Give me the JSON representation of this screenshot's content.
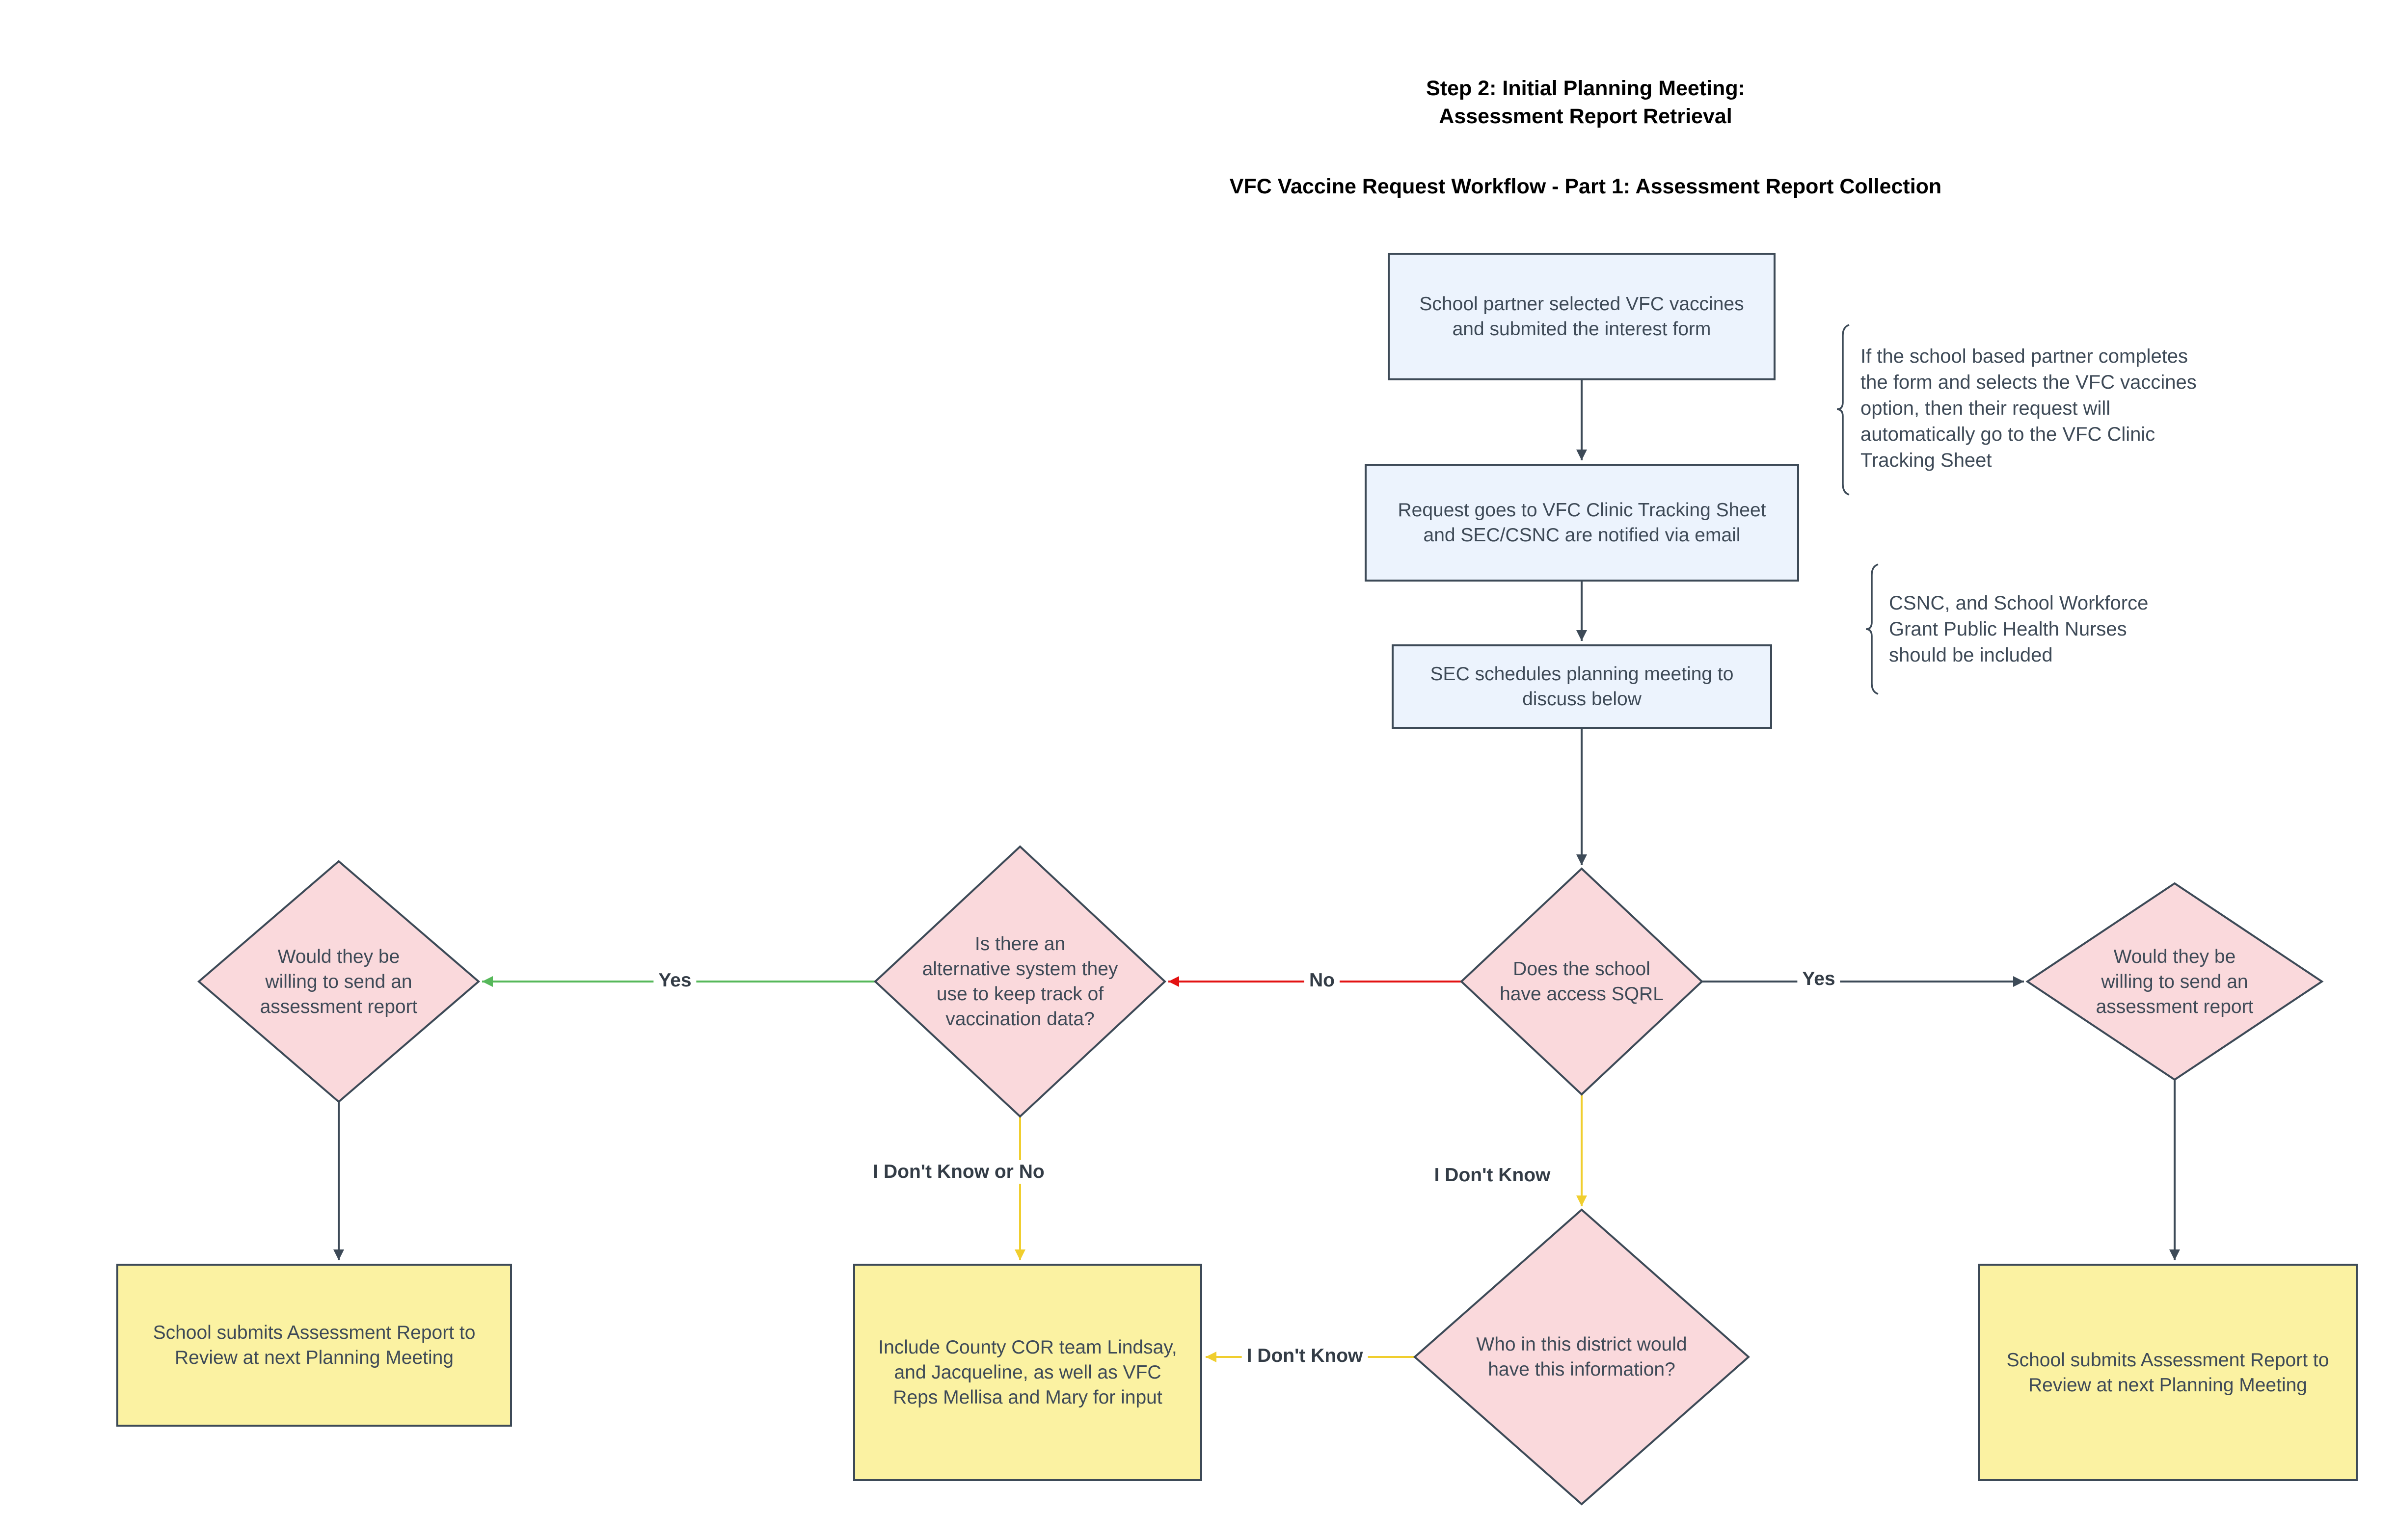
{
  "titles": {
    "step_line1": "Step 2: Initial Planning Meeting:",
    "step_line2": "Assessment Report Retrieval",
    "workflow": "VFC Vaccine Request Workflow - Part 1: Assessment Report Collection"
  },
  "colors": {
    "process_fill": "#ECF3FD",
    "decision_fill": "#FAD9DC",
    "outcome_fill": "#FBF2A2",
    "stroke_dark": "#3D4A57",
    "edge_yes_green": "#56B85A",
    "edge_no_red": "#E31212",
    "edge_idk_yellow": "#F0CE2E",
    "edge_default": "#3D4A57"
  },
  "nodes": {
    "interest_form": {
      "lines": [
        "School partner selected VFC vaccines",
        "and submited the interest form"
      ]
    },
    "tracking_sheet": {
      "lines": [
        "Request goes to VFC Clinic Tracking Sheet",
        "and SEC/CSNC are notified via email"
      ]
    },
    "planning_meeting": {
      "lines": [
        "SEC schedules planning meeting to",
        "discuss below"
      ]
    },
    "access_sqrl": {
      "lines": [
        "Does the school",
        "have access SQRL"
      ]
    },
    "alternative_system": {
      "lines": [
        "Is there an",
        "alternative system they",
        "use to keep track of",
        "vaccination data?"
      ]
    },
    "willing_left": {
      "lines": [
        "Would they be",
        "willing to send an",
        "assessment report"
      ]
    },
    "willing_right": {
      "lines": [
        "Would they be",
        "willing to send an",
        "assessment report"
      ]
    },
    "who_in_district": {
      "lines": [
        "Who in this district would",
        "have this information?"
      ]
    },
    "submit_report_left": {
      "lines": [
        "School submits Assessment Report to",
        "Review at next Planning Meeting"
      ]
    },
    "include_team": {
      "lines": [
        "Include County COR team Lindsay,",
        "and Jacqueline, as well as VFC",
        "Reps Mellisa and Mary for input"
      ]
    },
    "submit_report_right": {
      "lines": [
        "School submits Assessment Report to",
        "Review at next Planning Meeting"
      ]
    }
  },
  "notes": {
    "form_note": {
      "lines": [
        "If the school based partner completes",
        "the form and selects the VFC vaccines",
        "option, then their request will",
        "automatically go to the VFC Clinic",
        "Tracking Sheet"
      ]
    },
    "csnc_note": {
      "lines": [
        "CSNC, and School Workforce",
        "Grant Public Health Nurses",
        "should be included"
      ]
    }
  },
  "edge_labels": {
    "yes_left": "Yes",
    "no_center": "No",
    "yes_right": "Yes",
    "idk_or_no": "I Don't Know or No",
    "idk_center": "I Don't Know",
    "idk_bottom": "I Don't Know"
  }
}
